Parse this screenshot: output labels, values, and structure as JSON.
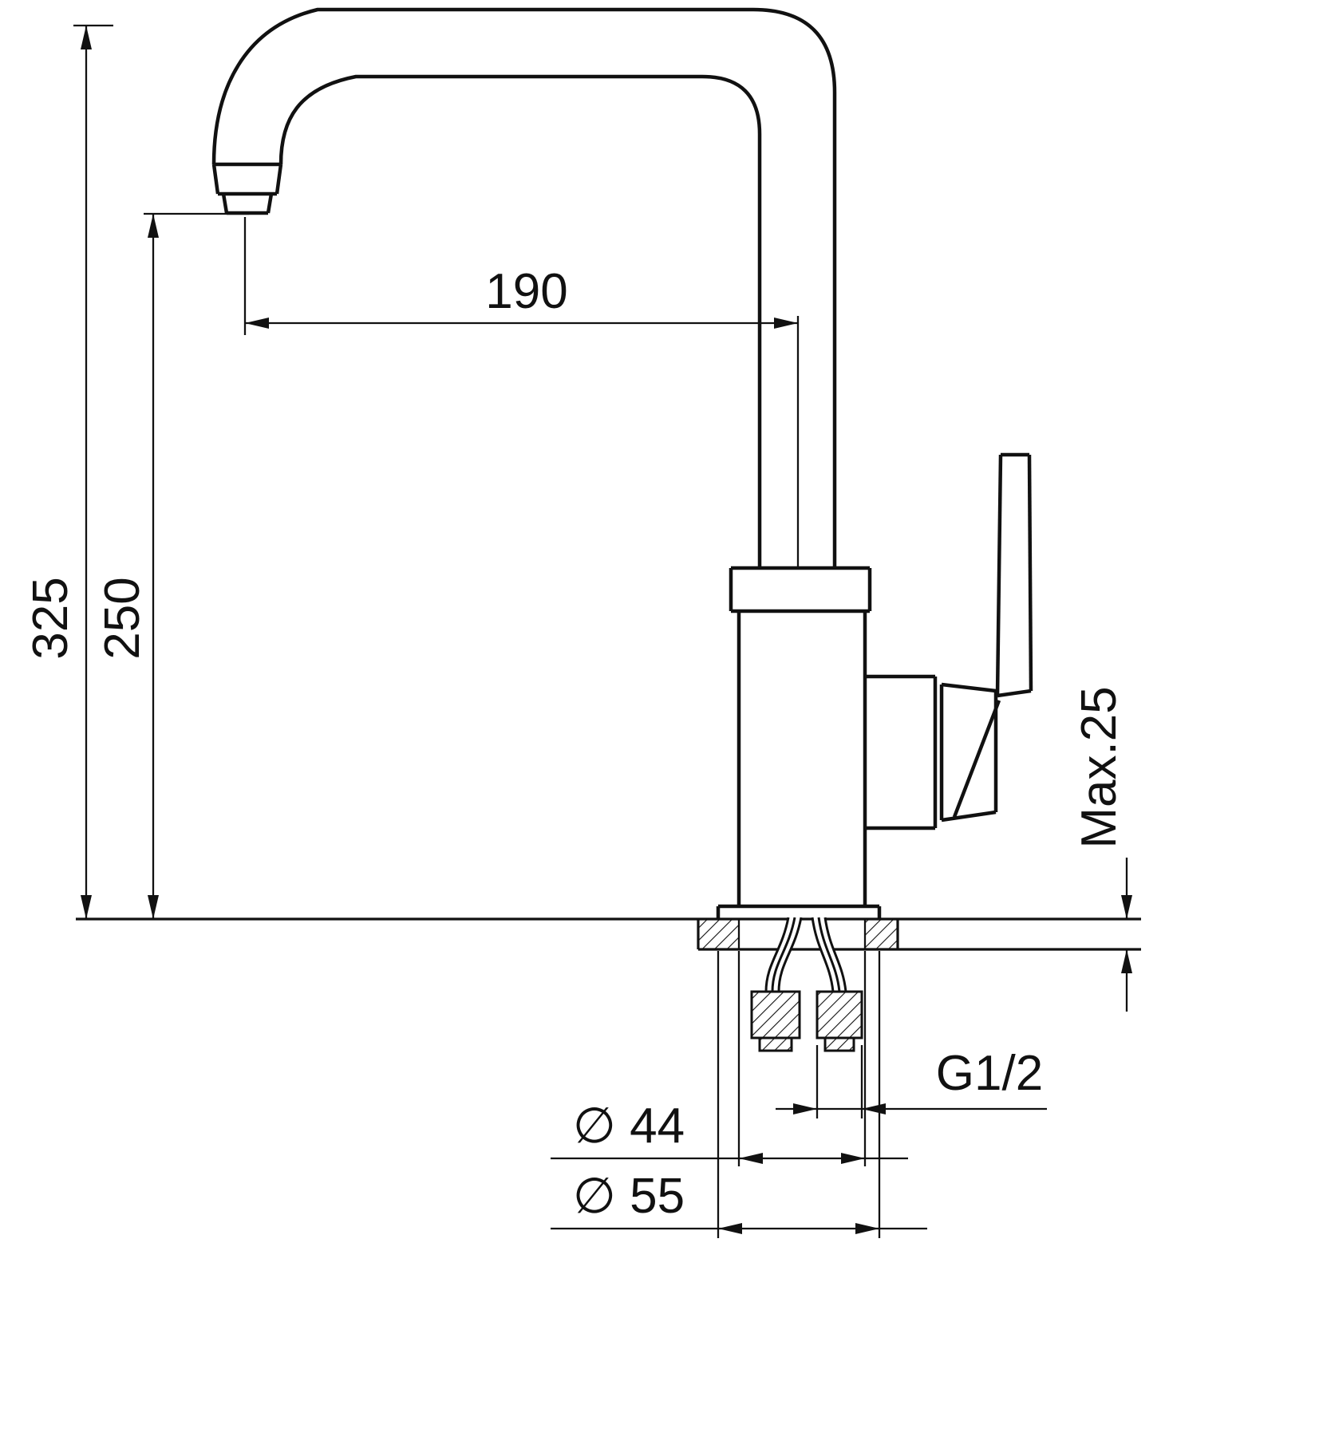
{
  "drawing": {
    "kind": "faucet-installation-dimension-drawing",
    "units": "mm",
    "colors": {
      "line": "#111111",
      "background": "#ffffff"
    },
    "labels": {
      "total_height": "325",
      "spout_outlet_height": "250",
      "spout_reach": "190",
      "max_deck_thickness": "Max.25",
      "connection_thread": "G1/2",
      "body_diameter": "∅ 44",
      "base_diameter": "∅ 55"
    }
  }
}
